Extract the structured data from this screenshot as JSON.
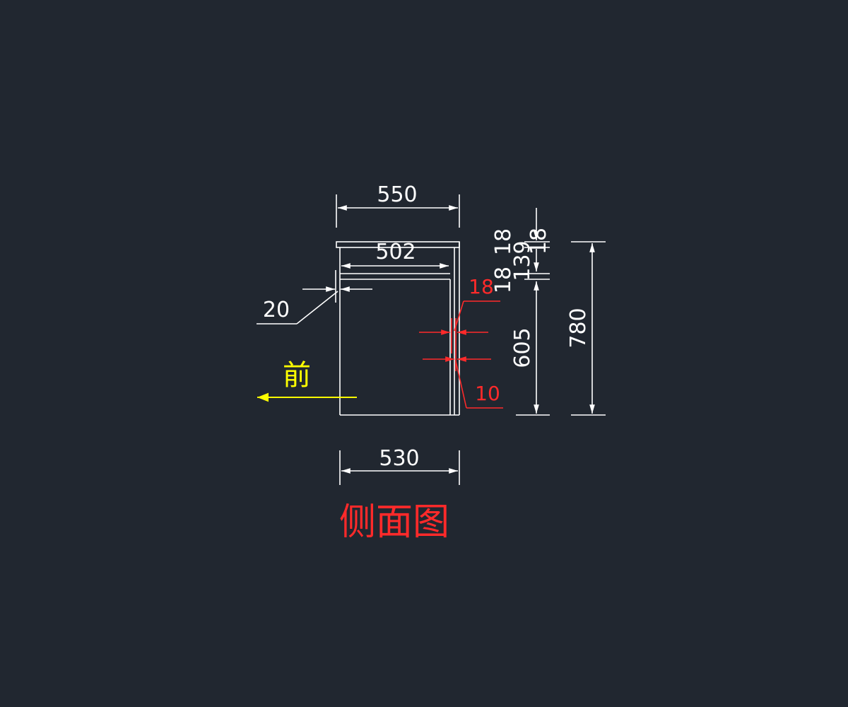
{
  "dimensions": {
    "overall_width": "550",
    "inner_width": "502",
    "base_width": "530",
    "panel_offset": "20",
    "top_thickness_1": "18",
    "top_thickness_2": "18",
    "drawer_gap": "139",
    "shelf_thickness": "18",
    "lower_height": "605",
    "total_height": "780",
    "red_panel_thickness": "18",
    "red_gap": "10"
  },
  "labels": {
    "front": "前",
    "view_title": "侧面图"
  },
  "colors": {
    "background": "#212730",
    "line": "#ffffff",
    "annotation": "#ff2a2a",
    "front_marker": "#ffff00"
  }
}
